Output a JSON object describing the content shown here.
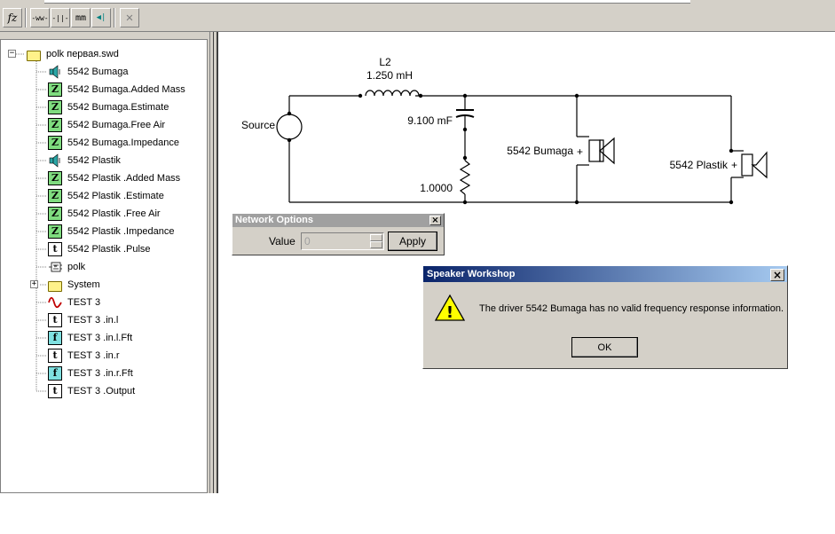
{
  "toolbar": {
    "buttons": [
      {
        "name": "fz-button",
        "glyph": "fz"
      },
      {
        "name": "resistor-button",
        "glyph": "-ww-"
      },
      {
        "name": "capacitor-button",
        "glyph": "-||-"
      },
      {
        "name": "inductor-button",
        "glyph": "mm"
      },
      {
        "name": "driver-button",
        "glyph": "◀|"
      },
      {
        "name": "delete-button",
        "glyph": "✕"
      }
    ]
  },
  "tree": {
    "root": "polk первая.swd",
    "items": [
      {
        "label": "5542 Bumaga",
        "icon": "speaker-icon"
      },
      {
        "label": "5542 Bumaga.Added Mass",
        "icon": "impedance-doc-icon"
      },
      {
        "label": "5542 Bumaga.Estimate",
        "icon": "impedance-doc-icon"
      },
      {
        "label": "5542 Bumaga.Free Air",
        "icon": "impedance-doc-icon"
      },
      {
        "label": "5542 Bumaga.Impedance",
        "icon": "impedance-doc-icon"
      },
      {
        "label": "5542 Plastik",
        "icon": "speaker-icon"
      },
      {
        "label": "5542 Plastik .Added Mass",
        "icon": "impedance-doc-icon"
      },
      {
        "label": "5542 Plastik .Estimate",
        "icon": "impedance-doc-icon"
      },
      {
        "label": "5542 Plastik .Free Air",
        "icon": "impedance-doc-icon"
      },
      {
        "label": "5542 Plastik .Impedance",
        "icon": "impedance-doc-icon"
      },
      {
        "label": "5542 Plastik .Pulse",
        "icon": "time-doc-icon"
      },
      {
        "label": "polk",
        "icon": "network-icon"
      },
      {
        "label": "System",
        "icon": "folder-icon"
      },
      {
        "label": "TEST 3",
        "icon": "signal-icon"
      },
      {
        "label": "TEST 3 .in.l",
        "icon": "time-doc-icon"
      },
      {
        "label": "TEST 3 .in.l.Fft",
        "icon": "fft-doc-icon"
      },
      {
        "label": "TEST 3 .in.r",
        "icon": "time-doc-icon"
      },
      {
        "label": "TEST 3 .in.r.Fft",
        "icon": "fft-doc-icon"
      },
      {
        "label": "TEST 3 .Output",
        "icon": "time-doc-icon"
      }
    ]
  },
  "circuit": {
    "inductor_name": "L2",
    "inductor_value": "1.250 mH",
    "capacitor_value": "9.100 mF",
    "resistor_value": "1.0000",
    "source_label": "Source",
    "driver1_label": "5542 Bumaga",
    "driver2_label": "5542 Plastik",
    "plus": "+"
  },
  "network_options": {
    "title": "Network Options",
    "value_label": "Value",
    "value": "0",
    "apply_label": "Apply",
    "close": "×"
  },
  "alert": {
    "title": "Speaker Workshop",
    "message": "The driver 5542 Bumaga has no valid frequency response information.",
    "ok_label": "OK",
    "close": "×",
    "icon_glyph": "!"
  },
  "colors": {
    "title_active_start": "#0a246a",
    "title_active_end": "#a6caf0",
    "title_inactive": "#a0a0a0",
    "face": "#d4d0c8"
  }
}
